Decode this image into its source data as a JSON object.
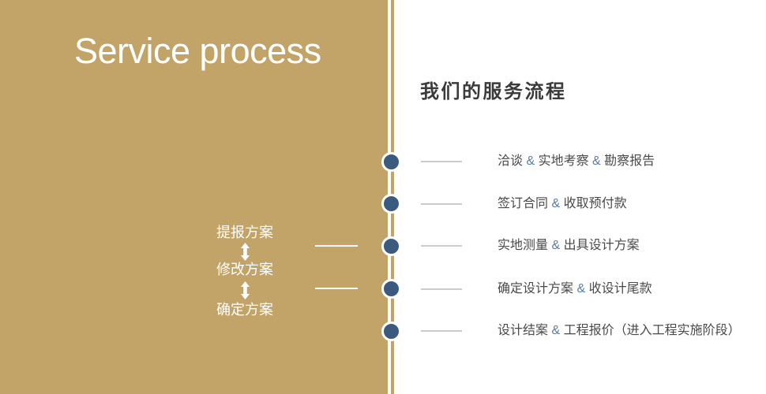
{
  "colors": {
    "panel_bg": "#c3a468",
    "circle": "#3b5a7e",
    "amp": "#567ba4",
    "item_text": "#4a4a4a",
    "right_title": "#3b3b3b",
    "dash_gray": "#cbcbcb"
  },
  "left_panel": {
    "title": "Service process",
    "flow": {
      "steps": [
        "提报方案",
        "修改方案",
        "确定方案"
      ],
      "arrow_icon": "double-vertical-arrow-icon"
    }
  },
  "right_panel": {
    "title": "我们的服务流程",
    "items": [
      {
        "text": "洽谈 & 实地考察 & 勘察报告"
      },
      {
        "text": "签订合同 & 收取预付款"
      },
      {
        "text": "实地测量 & 出具设计方案"
      },
      {
        "text": "确定设计方案 & 收设计尾款"
      },
      {
        "text": "设计结案 & 工程报价（进入工程实施阶段）"
      }
    ]
  }
}
